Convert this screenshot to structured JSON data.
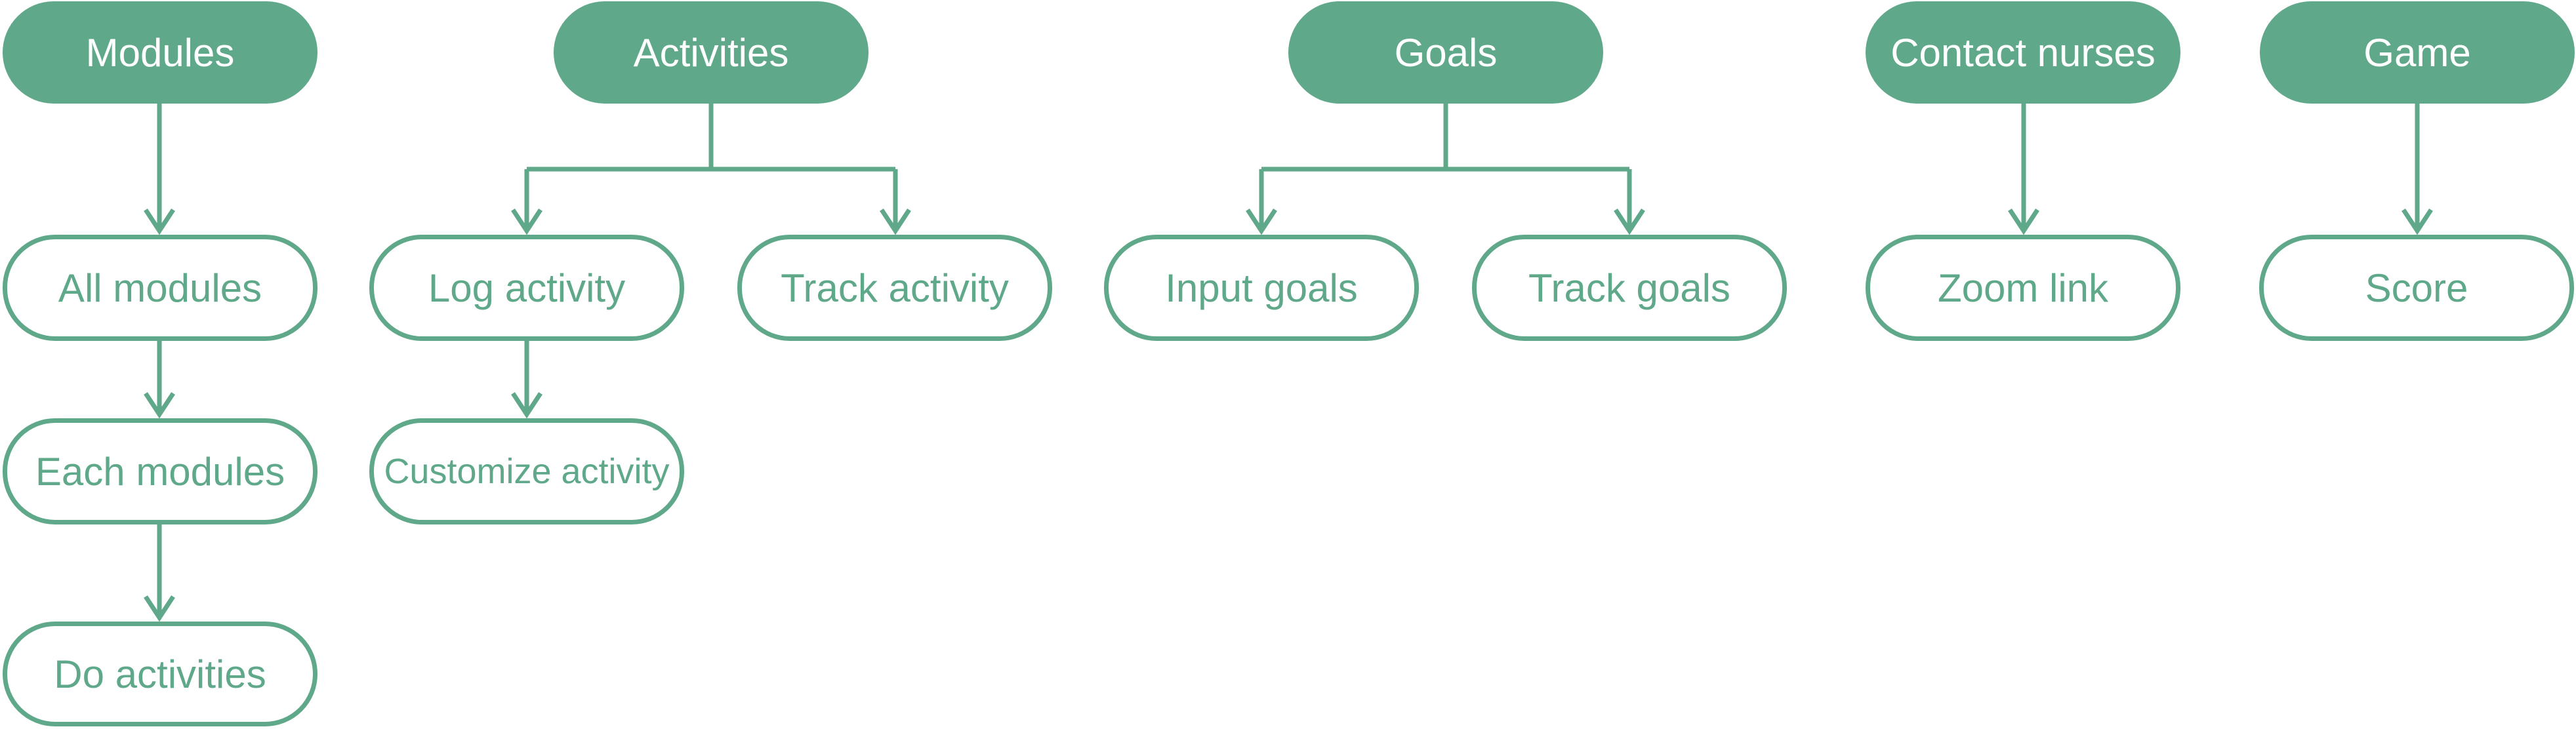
{
  "colors": {
    "accent": "#5fa88a",
    "header_text": "#ffffff",
    "background": "#ffffff"
  },
  "headers": {
    "modules": "Modules",
    "activities": "Activities",
    "goals": "Goals",
    "contact_nurses": "Contact nurses",
    "game": "Game"
  },
  "children": {
    "all_modules": "All modules",
    "each_modules": "Each modules",
    "do_activities": "Do activities",
    "log_activity": "Log activity",
    "customize_activity": "Customize activity",
    "track_activity": "Track activity",
    "input_goals": "Input goals",
    "track_goals": "Track goals",
    "zoom_link": "Zoom link",
    "score": "Score"
  }
}
